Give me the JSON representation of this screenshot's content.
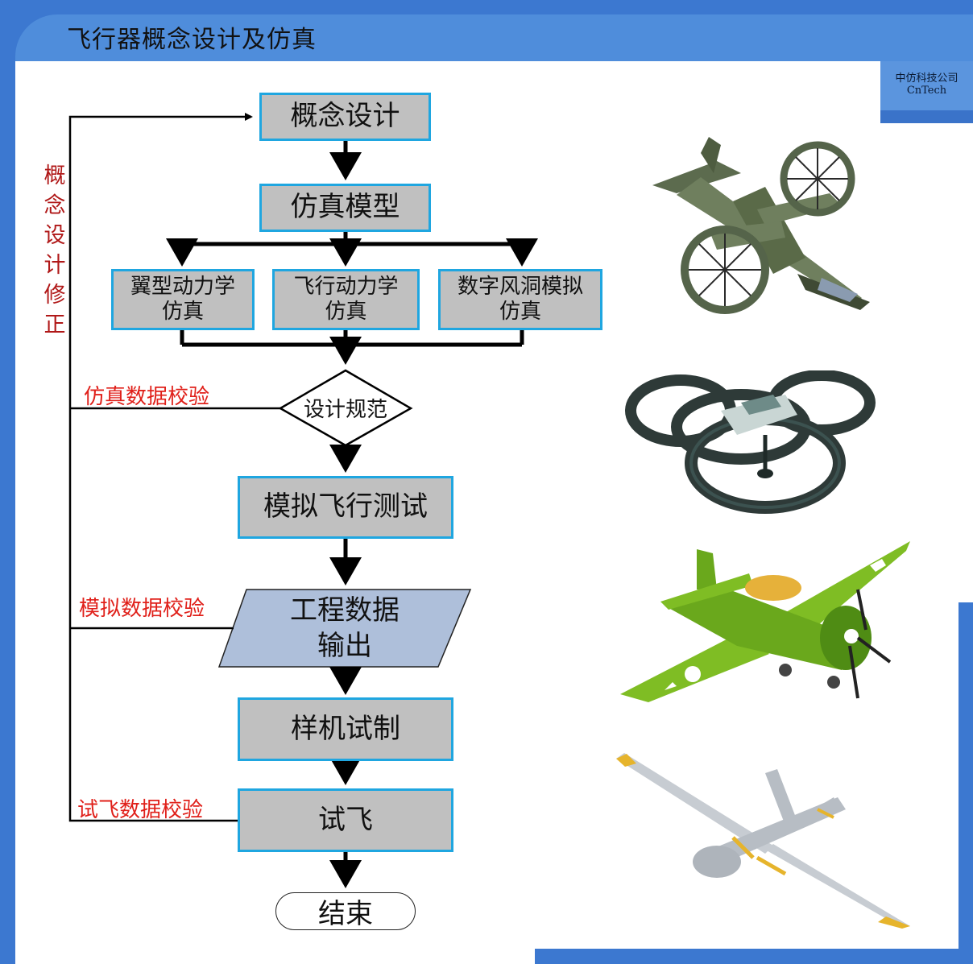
{
  "header": {
    "title": "飞行器概念设计及仿真"
  },
  "company": {
    "name_cn": "中仿科技公司",
    "name_en": "CnTech"
  },
  "flow": {
    "concept": "概念设计",
    "model": "仿真模型",
    "branch1_line1": "翼型动力学",
    "branch1_line2": "仿真",
    "branch2_line1": "飞行动力学",
    "branch2_line2": "仿真",
    "branch3_line1": "数字风洞模拟",
    "branch3_line2": "仿真",
    "decision": "设计规范",
    "sim_test": "模拟飞行测试",
    "output_line1": "工程数据",
    "output_line2": "输出",
    "prototype": "样机试制",
    "flight_test": "试飞",
    "end": "结束"
  },
  "feedback": {
    "side_label": [
      "概",
      "念",
      "设",
      "计",
      "修",
      "正"
    ],
    "sim_check": "仿真数据校验",
    "analog_check": "模拟数据校验",
    "flight_check": "试飞数据校验"
  },
  "colors": {
    "frame": "#3c78d0",
    "box_fill": "#c0c0c0",
    "box_border": "#1fa6e0",
    "io_fill": "#aebfda",
    "feedback_red": "#e0201a"
  },
  "illustrations": [
    "tiltrotor-aircraft",
    "quadcopter-drone",
    "green-propeller-plane",
    "reaper-uav"
  ]
}
